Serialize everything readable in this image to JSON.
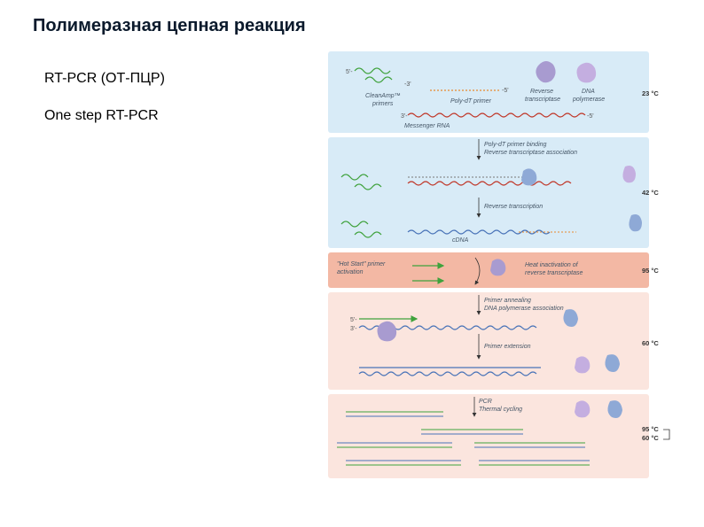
{
  "title": "Полимеразная цепная реакция",
  "bullets": [
    "RT-PCR (ОТ-ПЦР)",
    "One step RT-PCR"
  ],
  "diagram": {
    "panel1": {
      "cleanamp": "CleanAmp™",
      "primers": "primers",
      "polydt": "Poly-dT primer",
      "rt1": "Reverse",
      "rt2": "transcriptase",
      "dna1": "DNA",
      "dna2": "polymerase",
      "mrna": "Messenger RNA",
      "temp": "23 °C"
    },
    "panel2": {
      "step1a": "Poly-dT primer binding",
      "step1b": "Reverse transcriptase association",
      "step2": "Reverse transcription",
      "cdna": "cDNA",
      "temp": "42 °C"
    },
    "panel3": {
      "hotstart1": "\"Hot Start\" primer",
      "hotstart2": "activation",
      "heat1": "Heat inactivation of",
      "heat2": "reverse transcriptase",
      "temp": "95 °C"
    },
    "panel4": {
      "anneal1": "Primer annealing",
      "anneal2": "DNA polymerase association",
      "extension": "Primer extension",
      "temp": "60 °C"
    },
    "panel5": {
      "pcr1": "PCR",
      "pcr2": "Thermal cycling",
      "temp1": "95 °C",
      "temp2": "60 °C"
    },
    "ends": {
      "five": "5'-",
      "three": "3'-",
      "five_r": "-5'",
      "three_r": "-3'"
    },
    "colors": {
      "panel_blue": "#d8ebf7",
      "panel_orange": "#f3b8a4",
      "panel_peach": "#fbe5de",
      "rna": "#c0392b",
      "dna_blue": "#4a74b8",
      "primer_green": "#3fa23c",
      "primer_orange": "#e88a2e",
      "enzyme_violet": "#a89bd0",
      "enzyme_blue": "#8ea9d6"
    }
  }
}
